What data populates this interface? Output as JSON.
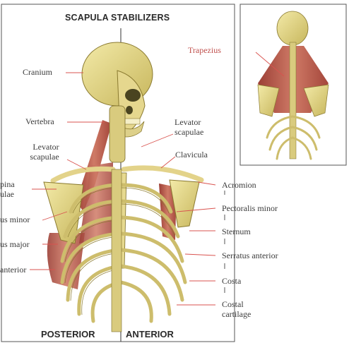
{
  "main": {
    "title": "SCAPULA STABILIZERS",
    "footer_left": "POSTERIOR",
    "footer_right": "ANTERIOR"
  },
  "labels": {
    "cranium": "Cranium",
    "vertebra": "Vertebra",
    "levator_left_1": "Levator",
    "levator_left_2": "scapulae",
    "levator_right_1": "Levator",
    "levator_right_2": "scapulae",
    "clavicula": "Clavicula",
    "spina_1": "pina",
    "spina_2": "ulae",
    "pect_minor_left": "us minor",
    "serratus_major": "us major",
    "serratus_anterior_left": "anterior",
    "acromion": "Acromion",
    "pectoralis_minor": "Pectoralis minor",
    "sternum": "Sternum",
    "serratus_anterior": "Serratus anterior",
    "costa": "Costa",
    "costal_1": "Costal",
    "costal_2": "cartilage"
  },
  "inset": {
    "trapezius": "Trapezius"
  },
  "colors": {
    "bone": "#e8dc8c",
    "bone_shadow": "#b8a850",
    "muscle": "#b5574a",
    "muscle_light": "#d07a68",
    "leader_line": "#d9534f",
    "frame": "#444444"
  }
}
